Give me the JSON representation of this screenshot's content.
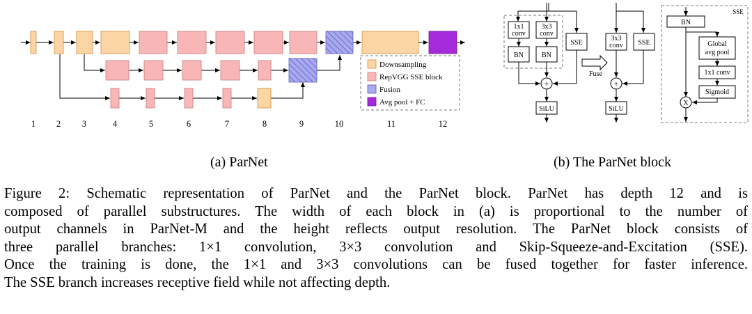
{
  "panel_a": {
    "stage_numbers": [
      "1",
      "2",
      "3",
      "4",
      "5",
      "6",
      "7",
      "8",
      "9",
      "10",
      "11",
      "12"
    ],
    "legend": [
      {
        "label": "Downsampling",
        "color": "#fcd5a5"
      },
      {
        "label": "RepVGG SSE block",
        "color": "#f9b6b7"
      },
      {
        "label": "Fusion",
        "color": "#a9a9f0"
      },
      {
        "label": "Avg pool + FC",
        "color": "#a52ad9"
      }
    ],
    "subcaption": "(a) ParNet"
  },
  "panel_b": {
    "conv1x1_label": [
      "1x1",
      "conv"
    ],
    "conv3x3_label": [
      "3x3",
      "conv"
    ],
    "bn_label": "BN",
    "sse_label": "SSE",
    "fuse_label": "Fuse",
    "plus_symbol": "+",
    "silu_label": "SiLU",
    "sse_detail": {
      "title": "SSE",
      "bn": "BN",
      "global_pool": [
        "Global",
        "avg pool"
      ],
      "conv": "1x1 conv",
      "sigmoid": "Sigmoid",
      "multiply": "X"
    },
    "subcaption": "(b) The ParNet block"
  },
  "caption_lines": [
    "Figure 2: Schematic representation of ParNet and the ParNet block. ParNet has depth 12 and is",
    "composed of parallel substructures. The width of each block in (a) is proportional to the number of",
    "output channels in ParNet-M and the height reflects output resolution. The ParNet block consists of",
    "three parallel branches: 1×1 convolution, 3×3 convolution and Skip-Squeeze-and-Excitation (SSE).",
    "Once the training is done, the 1×1 and 3×3 convolutions can be fused together for faster inference.",
    "The SSE branch increases receptive field while not affecting depth."
  ]
}
